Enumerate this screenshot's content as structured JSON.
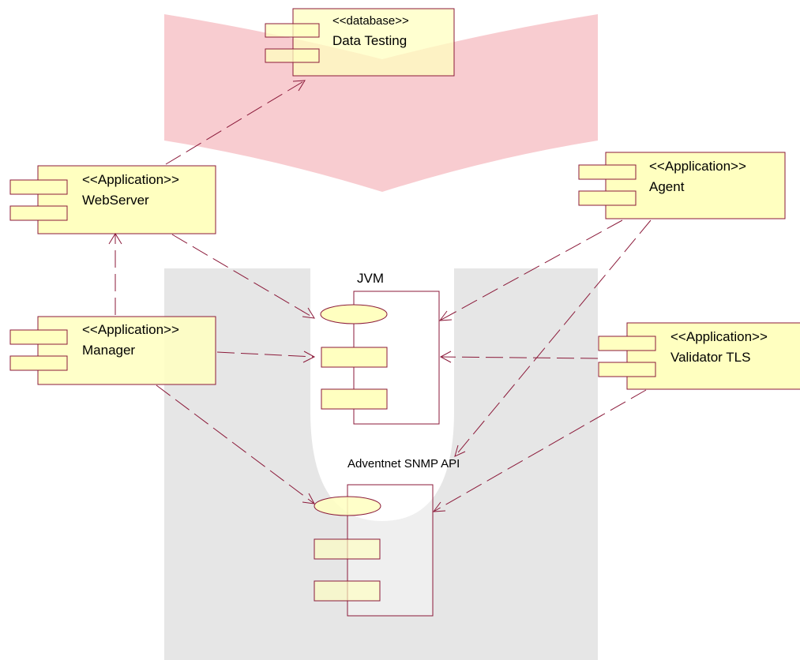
{
  "colors": {
    "component_fill": "#ffffc0",
    "component_stroke": "#8b1a3a",
    "connector_stroke": "#8b1a3a",
    "watermark_top": "#f7c3c8",
    "watermark_bottom": "#e2e2e2"
  },
  "components": {
    "database": {
      "stereotype": "<<database>>",
      "name": "Data Testing"
    },
    "webserver": {
      "stereotype": "<<Application>>",
      "name": "WebServer"
    },
    "agent": {
      "stereotype": "<<Application>>",
      "name": "Agent"
    },
    "manager": {
      "stereotype": "<<Application>>",
      "name": "Manager"
    },
    "validator": {
      "stereotype": "<<Application>>",
      "name": "Validator TLS"
    }
  },
  "packages": {
    "jvm": {
      "label": "JVM"
    },
    "snmp": {
      "label": "Adventnet SNMP API"
    }
  },
  "dependencies": [
    {
      "from": "WebServer",
      "to": "Data Testing"
    },
    {
      "from": "WebServer",
      "to": "JVM"
    },
    {
      "from": "Manager",
      "to": "WebServer"
    },
    {
      "from": "Manager",
      "to": "JVM"
    },
    {
      "from": "Manager",
      "to": "Adventnet SNMP API"
    },
    {
      "from": "Agent",
      "to": "JVM"
    },
    {
      "from": "Agent",
      "to": "Adventnet SNMP API"
    },
    {
      "from": "Validator TLS",
      "to": "JVM"
    },
    {
      "from": "Validator TLS",
      "to": "Adventnet SNMP API"
    }
  ]
}
